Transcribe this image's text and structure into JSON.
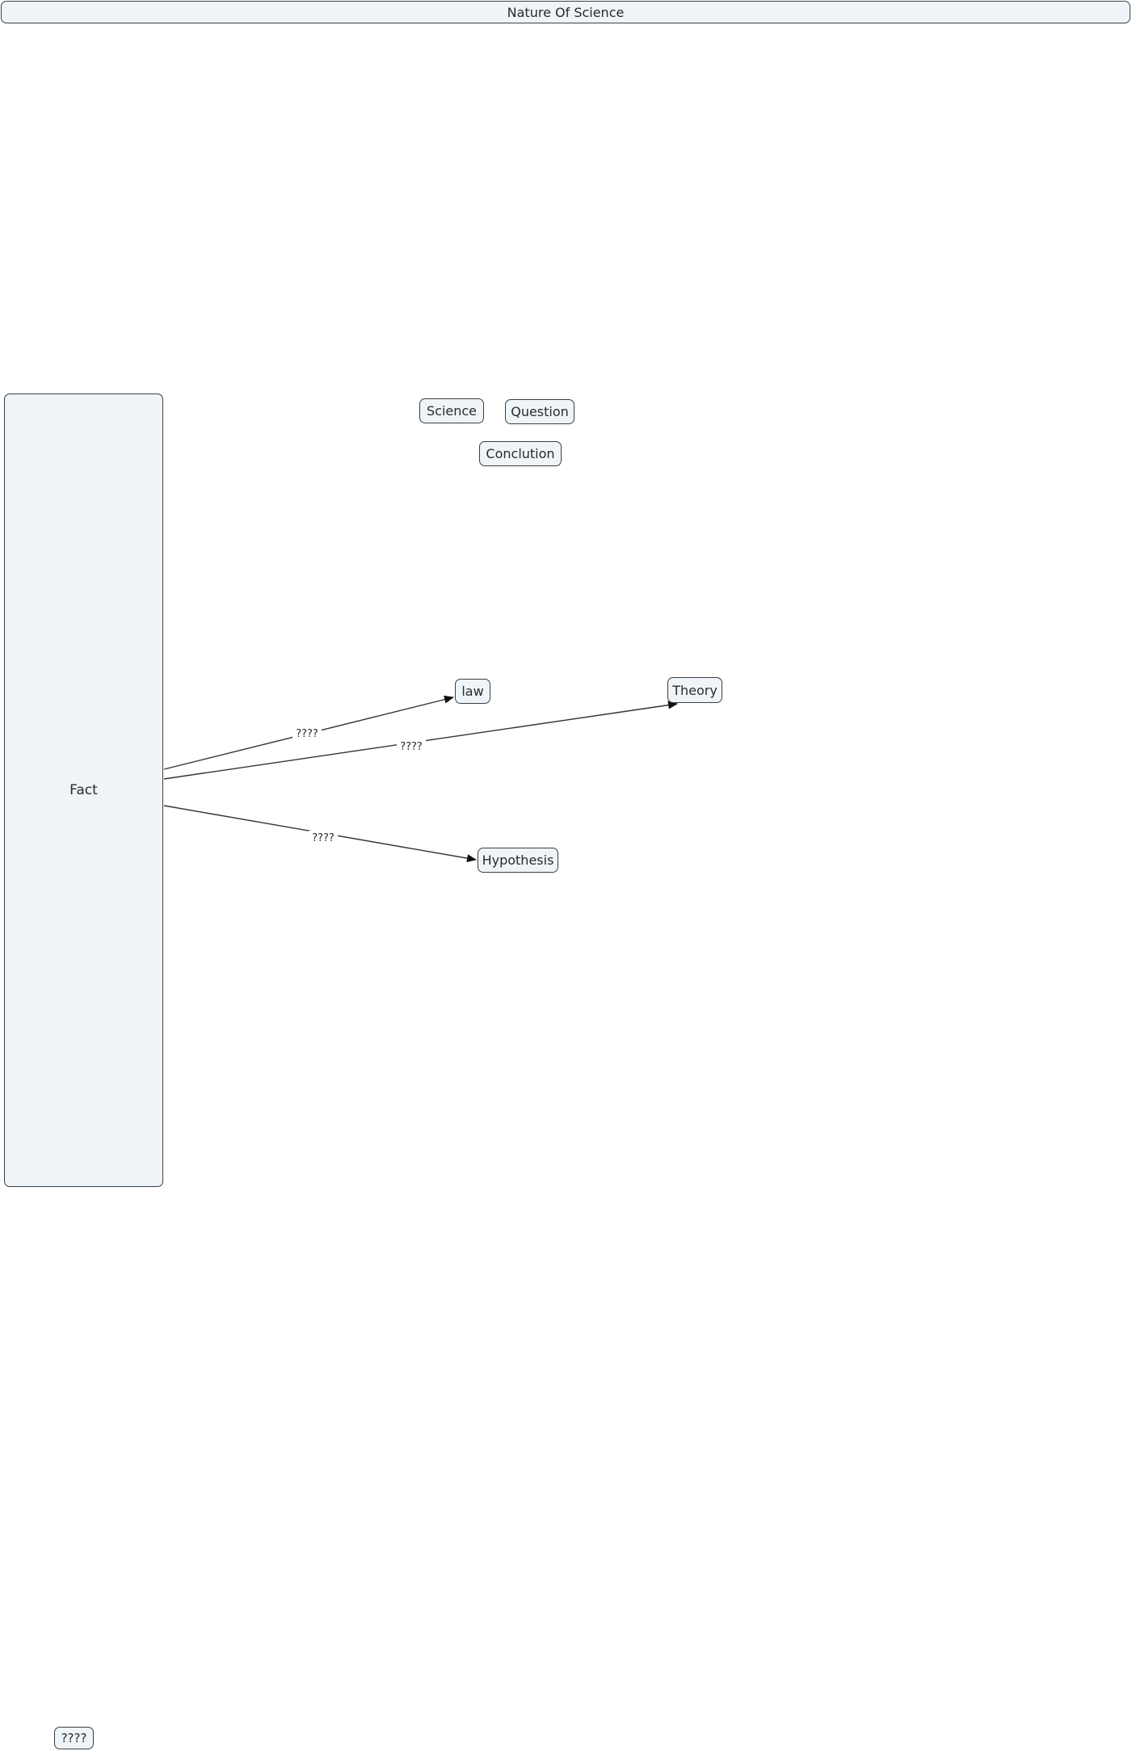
{
  "title": "Nature Of Science",
  "nodes": {
    "fact": "Fact",
    "science": "Science",
    "question": "Question",
    "conclution": "Conclution",
    "law": "law",
    "theory": "Theory",
    "hypothesis": "Hypothesis",
    "orphan": "????"
  },
  "links": [
    {
      "from": "fact",
      "to": "law",
      "label": "????"
    },
    {
      "from": "fact",
      "to": "theory",
      "label": "????"
    },
    {
      "from": "fact",
      "to": "hypothesis",
      "label": "????"
    }
  ]
}
